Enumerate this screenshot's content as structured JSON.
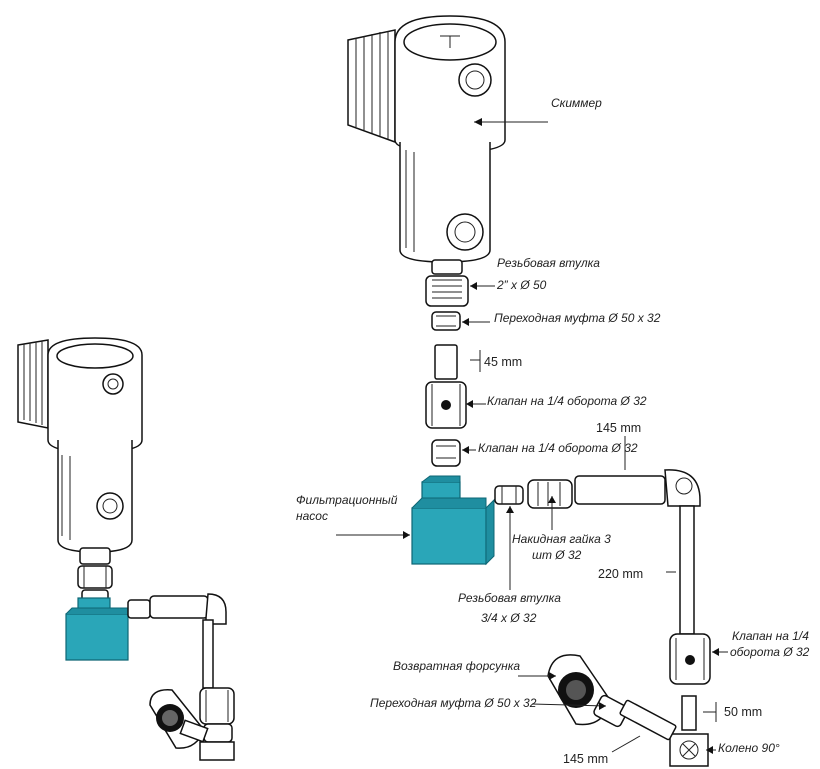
{
  "labels": {
    "skimmer": "Скиммер",
    "threaded_bushing_top_1": "Резьбовая втулка",
    "threaded_bushing_top_2": "2” x Ø 50",
    "reducer_top": "Переходная муфта Ø 50 x 32",
    "valve_1": "Клапан на 1/4 оборота Ø 32",
    "valve_2": "Клапан на 1/4 оборота Ø 32",
    "filter_pump_1": "Фильтрационный",
    "filter_pump_2": "насос",
    "union_nut_1": "Накидная гайка 3",
    "union_nut_2": "шт Ø 32",
    "threaded_bushing_bottom_1": "Резьбовая втулка",
    "threaded_bushing_bottom_2": "3/4 x Ø 32",
    "valve_3_1": "Клапан на 1/4",
    "valve_3_2": "оборота Ø 32",
    "return_nozzle": "Возвратная форсунка",
    "reducer_bottom": "Переходная муфта Ø 50 x 32",
    "elbow": "Колено 90°"
  },
  "dimensions": {
    "d45": "45 mm",
    "d145_top": "145 mm",
    "d220": "220 mm",
    "d50": "50 mm",
    "d145_bottom": "145 mm"
  },
  "colors": {
    "pump": "#2aa6b8",
    "line": "#111111"
  }
}
